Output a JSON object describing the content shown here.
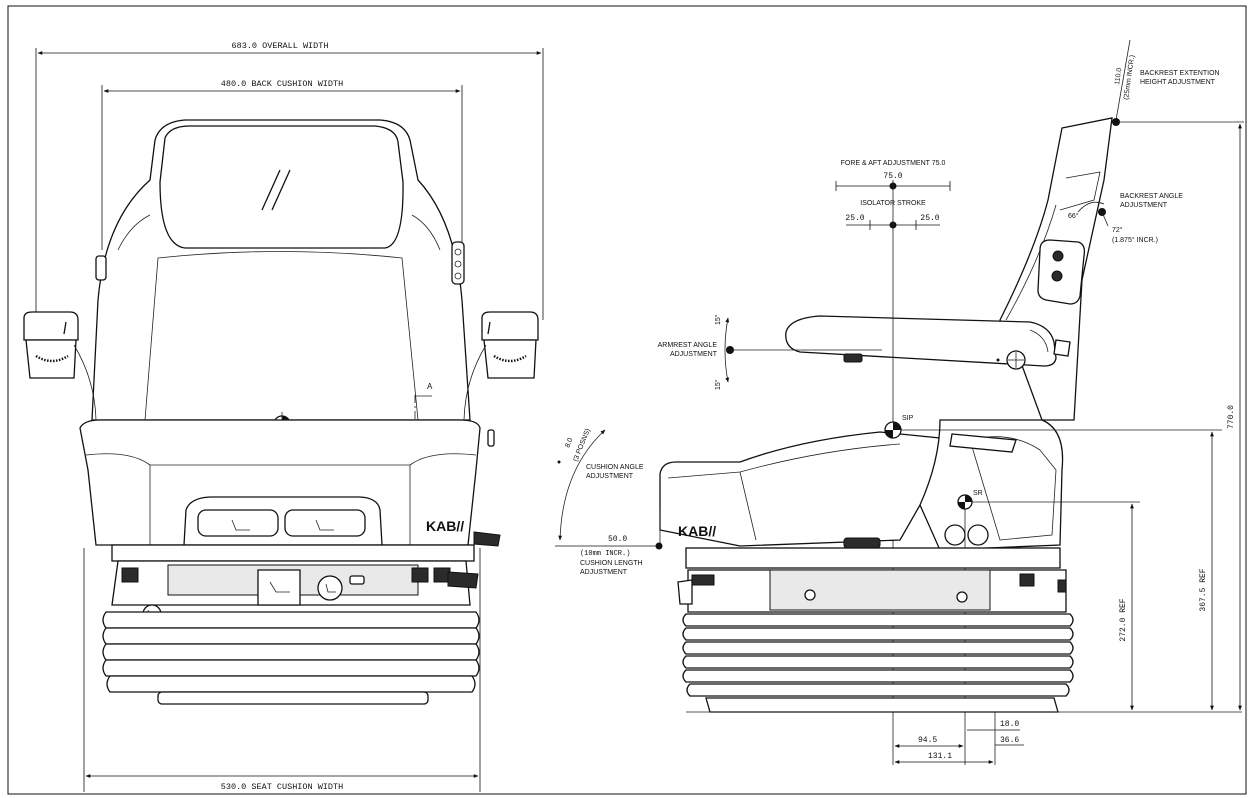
{
  "front_view": {
    "overall_width": "683.0 OVERALL WIDTH",
    "back_cushion_width": "480.0 BACK CUSHION WIDTH",
    "seat_cushion_width": "530.0 SEAT CUSHION WIDTH",
    "section_marker": "A",
    "brand": "KAB//"
  },
  "side_view": {
    "backrest_extension": "BACKREST EXTENTION",
    "height_adjustment": "HEIGHT ADJUSTMENT",
    "backrest_ext_value": "110.0",
    "backrest_ext_incr": "(25mm INCR.)",
    "fore_aft_label": "FORE & AFT ADJUSTMENT 75.0",
    "fore_aft_value": "75.0",
    "isolator_stroke": "ISOLATOR STROKE",
    "isolator_left": "25.0",
    "isolator_right": "25.0",
    "backrest_angle_1": "BACKREST ANGLE",
    "backrest_angle_2": "ADJUSTMENT",
    "backrest_angle_min": "66°",
    "backrest_angle_max": "72°",
    "backrest_angle_incr": "(1.875° INCR.)",
    "armrest_angle_1": "ARMREST ANGLE",
    "armrest_angle_2": "ADJUSTMENT",
    "armrest_up": "15°",
    "armrest_down": "15°",
    "sip": "SIP",
    "sr": "SR",
    "cushion_angle_1": "CUSHION ANGLE",
    "cushion_angle_2": "ADJUSTMENT",
    "cushion_angle_value": "8.0",
    "cushion_angle_positions": "(3 POSNS)",
    "cushion_length_value": "50.0",
    "cushion_length_incr": "(10mm INCR.)",
    "cushion_length_1": "CUSHION LENGTH",
    "cushion_length_2": "ADJUSTMENT",
    "height_770": "770.0",
    "height_367": "367.5 REF",
    "height_272": "272.0 REF",
    "dim_18": "18.0",
    "dim_36": "36.6",
    "dim_94": "94.5",
    "dim_131": "131.1",
    "brand": "KAB//"
  },
  "colors": {
    "line": "#111111",
    "background": "#ffffff"
  }
}
